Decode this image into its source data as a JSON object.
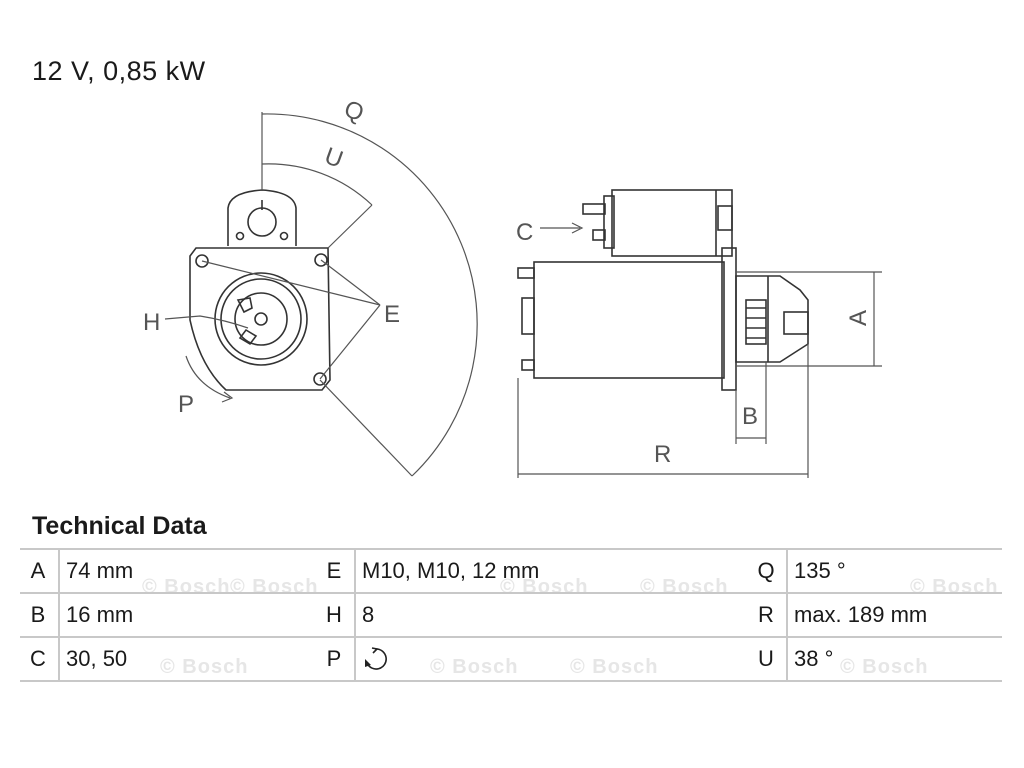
{
  "heading": "12 V, 0,85 kW",
  "drawing_labels": {
    "q": "Q",
    "u": "U",
    "h": "H",
    "e": "E",
    "p": "P",
    "c": "C",
    "a": "A",
    "b": "B",
    "r": "R"
  },
  "table_title": "Technical Data",
  "watermark": "© Bosch",
  "rows": [
    [
      {
        "key": "A",
        "value": "74 mm"
      },
      {
        "key": "E",
        "value": "M10, M10, 12 mm"
      },
      {
        "key": "Q",
        "value": "135 °"
      }
    ],
    [
      {
        "key": "B",
        "value": "16 mm"
      },
      {
        "key": "H",
        "value": "8"
      },
      {
        "key": "R",
        "value": "max. 189 mm"
      }
    ],
    [
      {
        "key": "C",
        "value": "30, 50"
      },
      {
        "key": "P",
        "value": "",
        "icon": "rotation-direction-icon"
      },
      {
        "key": "U",
        "value": "38 °"
      }
    ]
  ]
}
